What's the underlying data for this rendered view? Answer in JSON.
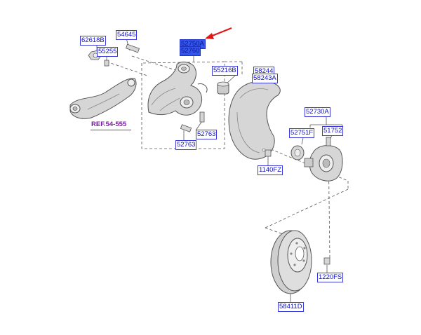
{
  "colors": {
    "label_text": "#1010c0",
    "label_border": "#3a3ad8",
    "label_selected_bg": "#3355ee",
    "ref_text": "#7a18a6",
    "ref_underline": "#1a8a1a",
    "pointer_arrow": "#e01818",
    "part_fill": "#d6d6d6",
    "part_stroke": "#555555"
  },
  "icons": {
    "pointer": "red-arrow-icon"
  },
  "labels": {
    "p62618b": "62618B",
    "p54645": "54645",
    "p55255": "55255",
    "p52750a": "52750A",
    "p52760": "52760",
    "p55216b": "55216B",
    "p58244": "58244",
    "p58243a": "58243A",
    "p52763a": "52763",
    "p52763b": "52763",
    "ref": "REF.54-555",
    "p52730a": "52730A",
    "p52751f": "52751F",
    "p51752": "51752",
    "p1140fz": "1140FZ",
    "p1220fs": "1220FS",
    "p58411d": "58411D"
  }
}
